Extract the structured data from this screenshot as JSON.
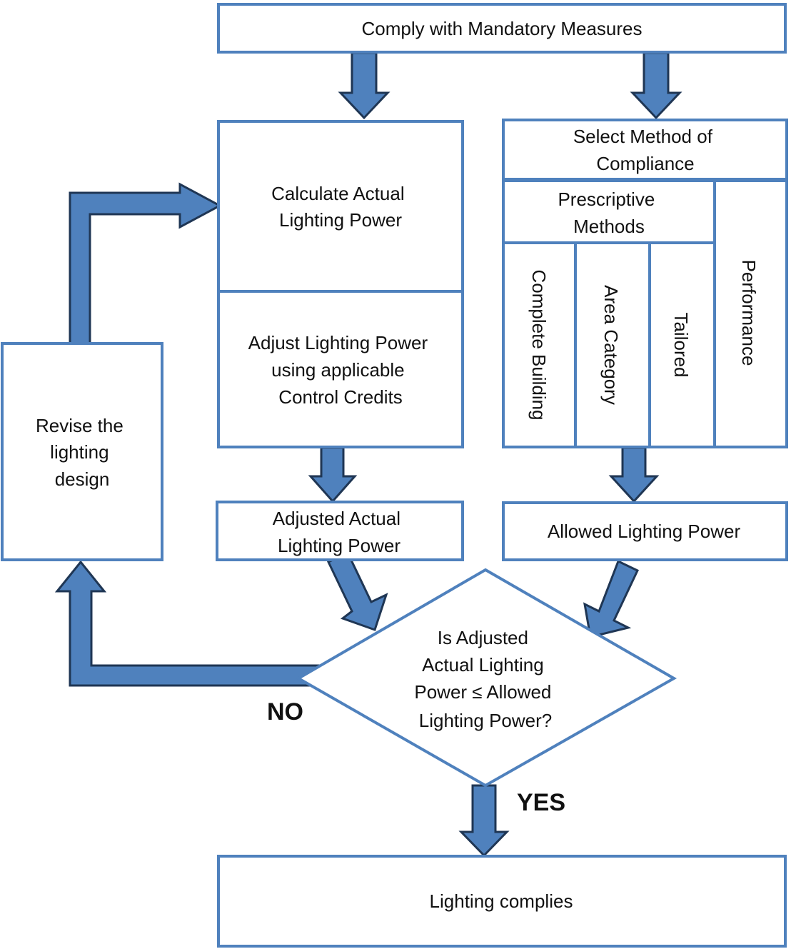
{
  "colors": {
    "box_border": "#4f81bd",
    "arrow_fill": "#4f81bd",
    "arrow_outline": "#1f3654"
  },
  "nodes": {
    "mandatory": [
      "Comply with Mandatory Measures"
    ],
    "calculate": [
      "Calculate Actual",
      "Lighting Power"
    ],
    "adjust": [
      "Adjust Lighting Power",
      "using applicable",
      "Control Credits"
    ],
    "adjusted_actual": [
      "Adjusted Actual",
      "Lighting Power"
    ],
    "select_method": [
      "Select Method of",
      "Compliance"
    ],
    "prescriptive": [
      "Prescriptive",
      "Methods"
    ],
    "complete_building": "Complete Building",
    "area_category": "Area Category",
    "tailored": "Tailored",
    "performance": "Performance",
    "allowed": [
      "Allowed Lighting Power"
    ],
    "decision": [
      "Is Adjusted",
      "Actual Lighting",
      "Power ≤ Allowed",
      "Lighting Power?"
    ],
    "revise": [
      "Revise the",
      "lighting",
      "design"
    ],
    "complies": [
      "Lighting complies"
    ]
  },
  "edge_labels": {
    "no": "NO",
    "yes": "YES"
  }
}
